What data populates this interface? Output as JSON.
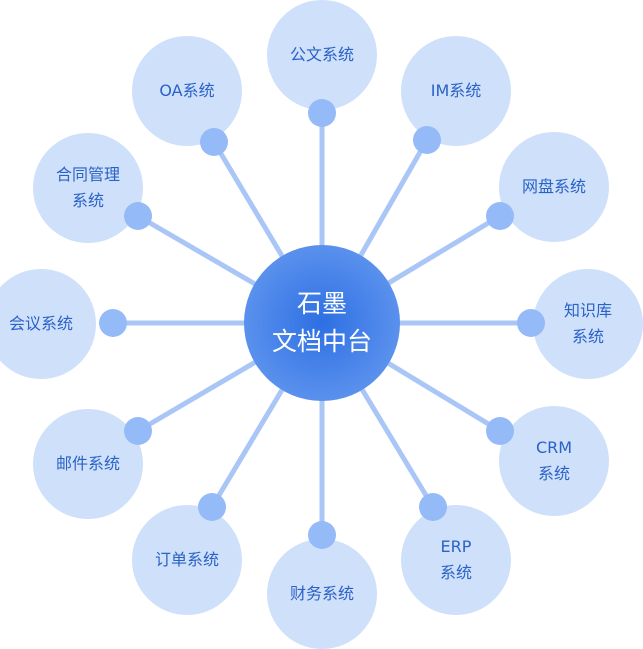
{
  "center": {
    "line1": "石墨",
    "line2": "文档中台"
  },
  "colors": {
    "node": "#cfe0fb",
    "text": "#2a62c6",
    "dot": "#95baf8",
    "line": "#a9c6f7",
    "center": "#2d6fe3"
  },
  "systems": [
    {
      "label": "公文系统"
    },
    {
      "label": "IM系统"
    },
    {
      "label": "网盘系统"
    },
    {
      "label": "知识库\n系统"
    },
    {
      "label": "CRM\n系统"
    },
    {
      "label": "ERP\n系统"
    },
    {
      "label": "财务系统"
    },
    {
      "label": "订单系统"
    },
    {
      "label": "邮件系统"
    },
    {
      "label": "会议系统"
    },
    {
      "label": "合同管理\n系统"
    },
    {
      "label": "OA系统"
    }
  ]
}
